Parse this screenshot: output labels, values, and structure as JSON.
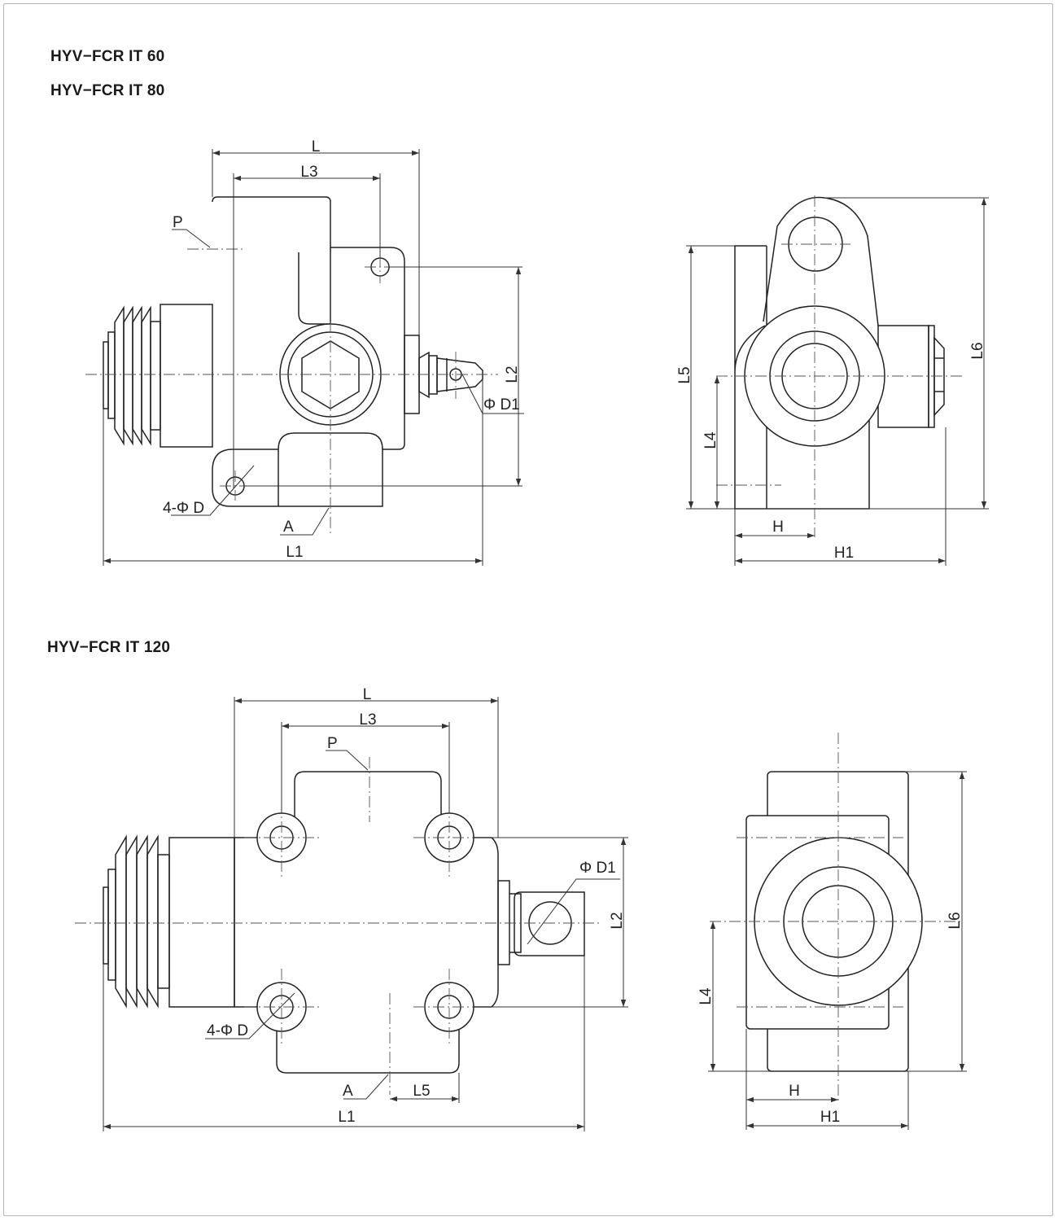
{
  "page": {
    "background": "#ffffff",
    "border_color": "#b5b5b5",
    "line_color": "#222222"
  },
  "titles": {
    "model_60": "HYV−FCR IT 60",
    "model_80": "HYV−FCR IT 80",
    "model_120": "HYV−FCR IT 120"
  },
  "top_front_view": {
    "dim_L": "L",
    "dim_L3": "L3",
    "dim_L2": "L2",
    "dim_L1": "L1",
    "label_P": "P",
    "label_A": "A",
    "label_phiD1": "Φ D1",
    "label_holes": "4-Φ D"
  },
  "top_side_view": {
    "dim_L5": "L5",
    "dim_L6": "L6",
    "dim_L4": "L4",
    "dim_H": "H",
    "dim_H1": "H1"
  },
  "bottom_front_view": {
    "dim_L": "L",
    "dim_L3": "L3",
    "dim_L2": "L2",
    "dim_L1": "L1",
    "dim_L5": "L5",
    "label_P": "P",
    "label_A": "A",
    "label_phiD1": "Φ D1",
    "label_holes": "4-Φ D"
  },
  "bottom_side_view": {
    "dim_L6": "L6",
    "dim_L4": "L4",
    "dim_H": "H",
    "dim_H1": "H1"
  }
}
